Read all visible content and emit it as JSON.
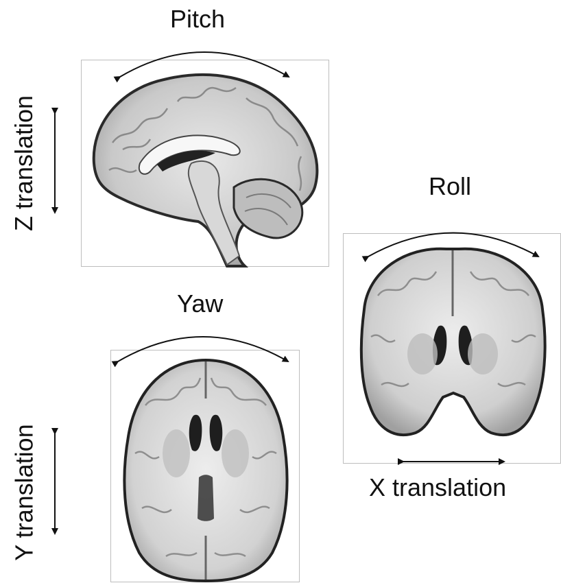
{
  "labels": {
    "pitch": "Pitch",
    "roll": "Roll",
    "yaw": "Yaw",
    "z_translation": "Z translation",
    "y_translation": "Y translation",
    "x_translation": "X translation"
  },
  "images": {
    "sagittal": "sagittal-brain-slice",
    "coronal": "coronal-brain-slice",
    "axial": "axial-brain-slice"
  }
}
